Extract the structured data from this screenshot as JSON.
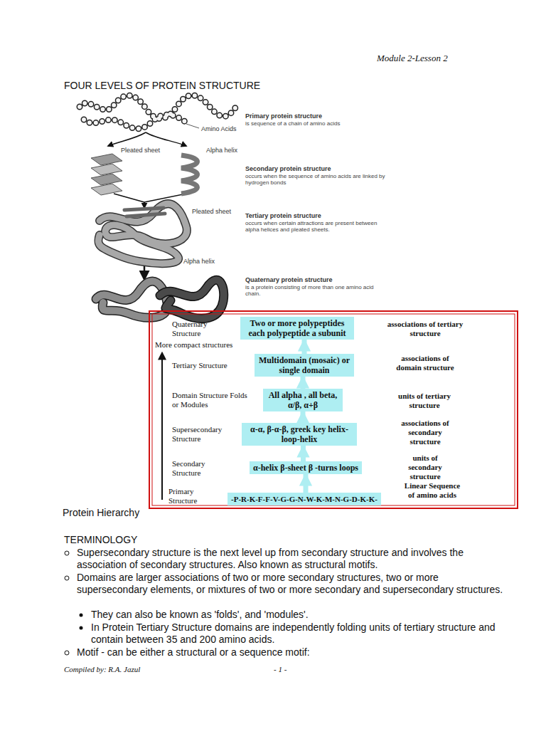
{
  "diagram": {
    "title": "FOUR LEVELS OF PROTEIN STRUCTURE",
    "nodes": [
      {
        "text": [
          "Two or more polypeptides each polypeptide a subunit"
        ]
      },
      {
        "text": [
          "Multidomain (mosaic) or single domain"
        ]
      },
      {
        "text": [
          "All alpha , all beta, α/β, α+β"
        ]
      },
      {
        "text": [
          "α-α, β-α-β, greek key helix-loop-helix"
        ]
      },
      {
        "text": [
          "α-helix β-sheet β -turns loops"
        ]
      },
      {
        "text": [
          "-P-R-K-F-F-V-G-G-N-W-K-M-N-G-D-K-K-"
        ]
      }
    ],
    "edges": [
      {
        "from": 5,
        "to": 4,
        "arrow": "to"
      },
      {
        "from": 4,
        "to": 3,
        "arrow": "to"
      },
      {
        "from": 3,
        "to": 2,
        "arrow": "to"
      },
      {
        "from": 2,
        "to": 1,
        "arrow": "to"
      },
      {
        "from": 1,
        "to": 0,
        "arrow": "to"
      }
    ],
    "labels": [
      "Module 2-Lesson 2",
      "Primary protein structure",
      "is sequence of a chain of amino acids",
      "Amino Acids",
      "Pleated sheet",
      "Alpha helix",
      "Secondary protein structure",
      "occurs when the sequence of amino acids are linked by hydrogen bonds",
      "Pleated sheet",
      "Tertiary protein structure",
      "occurs when certain attractions are present between alpha helices and pleated sheets.",
      "Alpha helix",
      "Quaternary protein structure",
      "is a protein consisting of more than one amino acid chain.",
      "Quaternary Structure",
      "associations of tertiary structure",
      "More compact structures",
      "Tertiary Structure",
      "associations of domain structure",
      "Domain Structure Folds or Modules",
      "units of tertiary structure",
      "Supersecondary Structure",
      "associations of secondary structure",
      "Secondary Structure",
      "units of secondary structure",
      "Primary Structure",
      "Linear Sequence of amino acids",
      "Protein Hierarchy",
      "TERMINOLOGY",
      "Supersecondary structure is the next level up from secondary structure and involves the association of secondary structures. Also known as structural motifs.",
      "Domains are larger associations of two or more secondary structures, two or more supersecondary elements, or mixtures of two or more secondary and supersecondary structures.",
      "They can also be known as 'folds', and 'modules'.",
      "In Protein Tertiary Structure domains are independently folding units of tertiary structure and contain between 35 and 200 amino acids.",
      "Motif - can be either a structural or a sequence motif:",
      "Compiled by: R.A. Jazul",
      "- 1 -"
    ]
  }
}
